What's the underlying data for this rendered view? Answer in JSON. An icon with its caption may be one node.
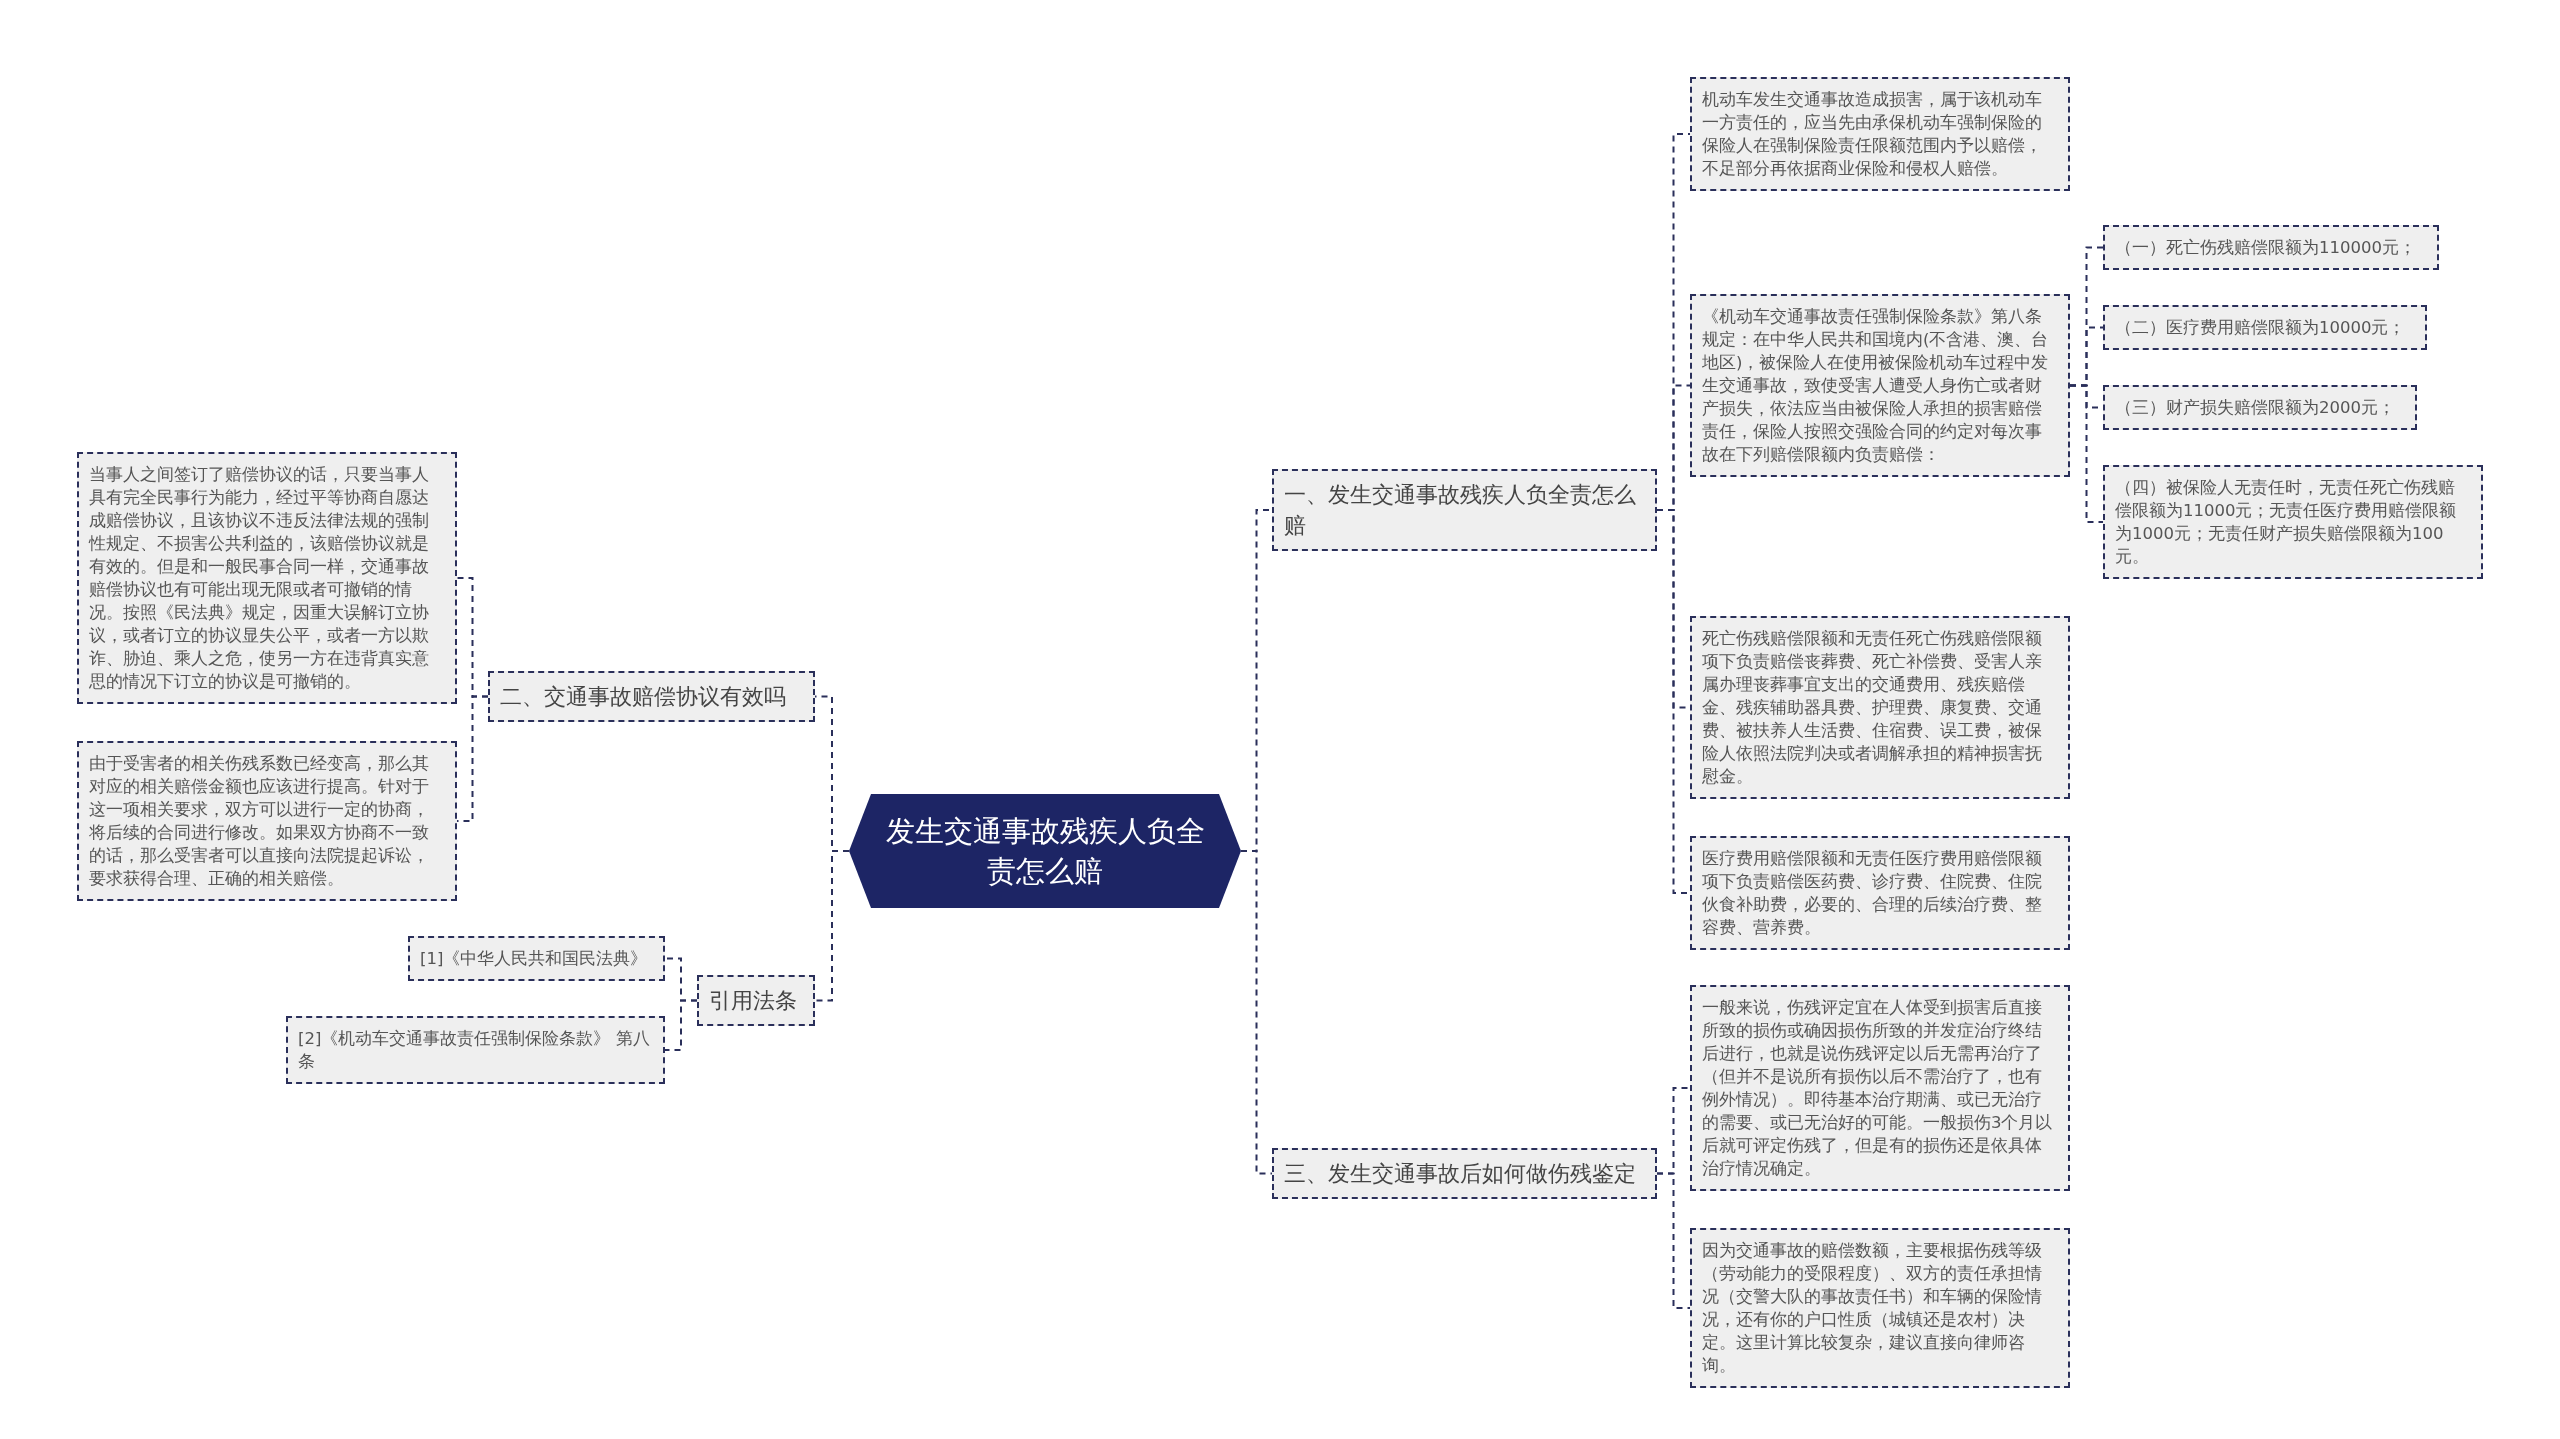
{
  "diagram": {
    "nodes": [
      {
        "text": [
          "发生交通事故残疾人负全责怎么赔"
        ]
      },
      {
        "text": [
          "一、发生交通事故残疾人负全责怎么赔"
        ]
      },
      {
        "text": [
          "机动车发生交通事故造成损害，属于该机动车一方责任的，应当先由承保机动车强制保险的保险人在强制保险责任限额范围内予以赔偿，不足部分再依据商业保险和侵权人赔偿。"
        ]
      },
      {
        "text": [
          "《机动车交通事故责任强制保险条款》第八条规定：在中华人民共和国境内(不含港、澳、台地区)，被保险人在使用被保险机动车过程中发生交通事故，致使受害人遭受人身伤亡或者财产损失，依法应当由被保险人承担的损害赔偿责任，保险人按照交强险合同的约定对每次事故在下列赔偿限额内负责赔偿："
        ]
      },
      {
        "text": [
          "（一）死亡伤残赔偿限额为110000元；"
        ]
      },
      {
        "text": [
          "（二）医疗费用赔偿限额为10000元；"
        ]
      },
      {
        "text": [
          "（三）财产损失赔偿限额为2000元；"
        ]
      },
      {
        "text": [
          "（四）被保险人无责任时，无责任死亡伤残赔偿限额为11000元；无责任医疗费用赔偿限额为1000元；无责任财产损失赔偿限额为100元。"
        ]
      },
      {
        "text": [
          "死亡伤残赔偿限额和无责任死亡伤残赔偿限额项下负责赔偿丧葬费、死亡补偿费、受害人亲属办理丧葬事宜支出的交通费用、残疾赔偿金、残疾辅助器具费、护理费、康复费、交通费、被扶养人生活费、住宿费、误工费，被保险人依照法院判决或者调解承担的精神损害抚慰金。"
        ]
      },
      {
        "text": [
          "医疗费用赔偿限额和无责任医疗费用赔偿限额项下负责赔偿医药费、诊疗费、住院费、住院伙食补助费，必要的、合理的后续治疗费、整容费、营养费。"
        ]
      },
      {
        "text": [
          "二、交通事故赔偿协议有效吗"
        ]
      },
      {
        "text": [
          "当事人之间签订了赔偿协议的话，只要当事人具有完全民事行为能力，经过平等协商自愿达成赔偿协议，且该协议不违反法律法规的强制性规定、不损害公共利益的，该赔偿协议就是有效的。但是和一般民事合同一样，交通事故赔偿协议也有可能出现无限或者可撤销的情况。按照《民法典》规定，因重大误解订立协议，或者订立的协议显失公平，或者一方以欺诈、胁迫、乘人之危，使另一方在违背真实意思的情况下订立的协议是可撤销的。"
        ]
      },
      {
        "text": [
          "由于受害者的相关伤残系数已经变高，那么其对应的相关赔偿金额也应该进行提高。针对于这一项相关要求，双方可以进行一定的协商，将后续的合同进行修改。如果双方协商不一致的话，那么受害者可以直接向法院提起诉讼，要求获得合理、正确的相关赔偿。"
        ]
      },
      {
        "text": [
          "引用法条"
        ]
      },
      {
        "text": [
          "[1]《中华人民共和国民法典》"
        ]
      },
      {
        "text": [
          "[2]《机动车交通事故责任强制保险条款》 第八条"
        ]
      },
      {
        "text": [
          "三、发生交通事故后如何做伤残鉴定"
        ]
      },
      {
        "text": [
          "一般来说，伤残评定宜在人体受到损害后直接所致的损伤或确因损伤所致的并发症治疗终结后进行，也就是说伤残评定以后无需再治疗了（但并不是说所有损伤以后不需治疗了，也有例外情况）。即待基本治疗期满、或已无治疗的需要、或已无治好的可能。一般损伤3个月以后就可评定伤残了，但是有的损伤还是依具体治疗情况确定。"
        ]
      },
      {
        "text": [
          "因为交通事故的赔偿数额，主要根据伤残等级（劳动能力的受限程度）、双方的责任承担情况（交警大队的事故责任书）和车辆的保险情况，还有你的户口性质（城镇还是农村）决定。这里计算比较复杂，建议直接向律师咨询。"
        ]
      }
    ],
    "edges": [
      {
        "from": 0,
        "to": 1,
        "arrow": "none"
      },
      {
        "from": 1,
        "to": 2,
        "arrow": "none"
      },
      {
        "from": 1,
        "to": 3,
        "arrow": "none"
      },
      {
        "from": 3,
        "to": 4,
        "arrow": "none"
      },
      {
        "from": 3,
        "to": 5,
        "arrow": "none"
      },
      {
        "from": 3,
        "to": 6,
        "arrow": "none"
      },
      {
        "from": 3,
        "to": 7,
        "arrow": "none"
      },
      {
        "from": 1,
        "to": 8,
        "arrow": "none"
      },
      {
        "from": 1,
        "to": 9,
        "arrow": "none"
      },
      {
        "from": 0,
        "to": 10,
        "arrow": "none"
      },
      {
        "from": 10,
        "to": 11,
        "arrow": "none"
      },
      {
        "from": 10,
        "to": 12,
        "arrow": "none"
      },
      {
        "from": 0,
        "to": 13,
        "arrow": "none"
      },
      {
        "from": 13,
        "to": 14,
        "arrow": "none"
      },
      {
        "from": 13,
        "to": 15,
        "arrow": "none"
      },
      {
        "from": 0,
        "to": 16,
        "arrow": "none"
      },
      {
        "from": 16,
        "to": 17,
        "arrow": "none"
      },
      {
        "from": 16,
        "to": 18,
        "arrow": "none"
      }
    ]
  }
}
